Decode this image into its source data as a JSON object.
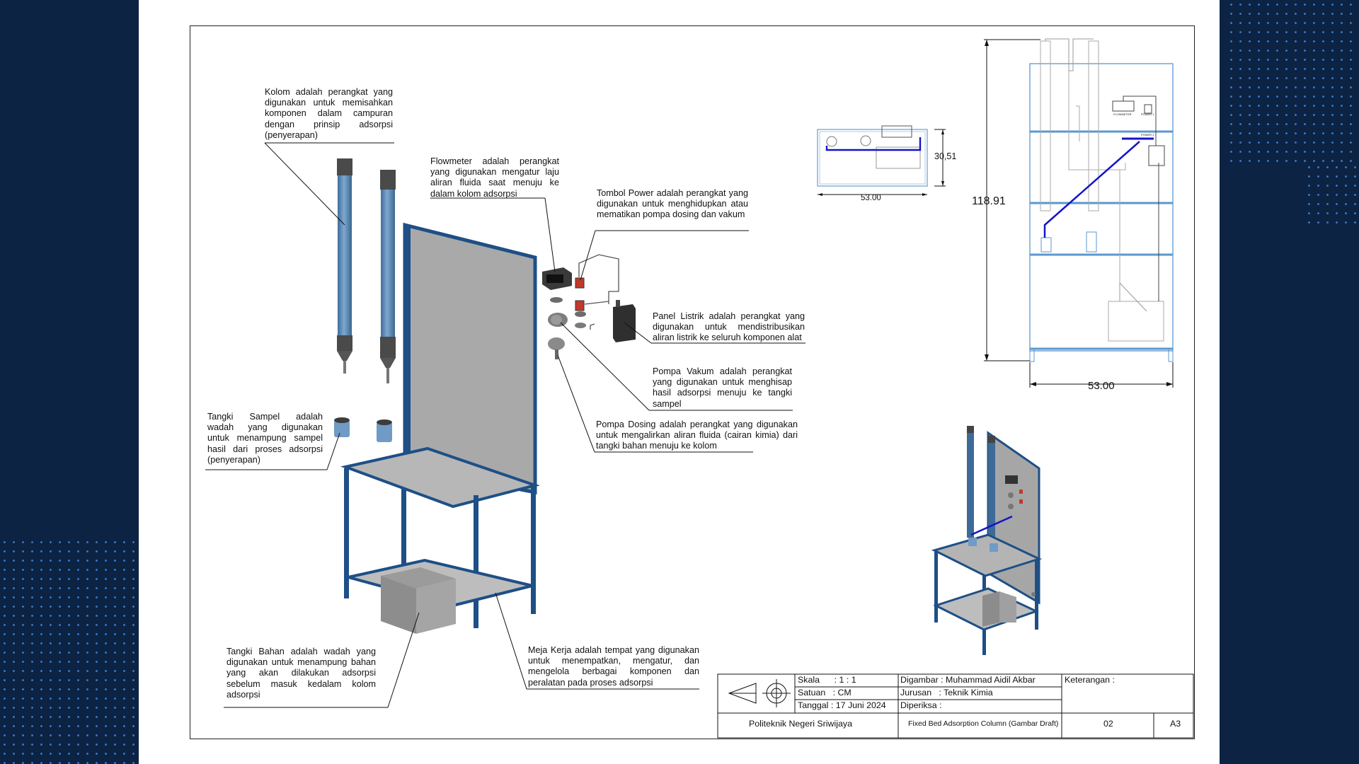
{
  "sidebars": {
    "left_color": "#0c2344",
    "right_color": "#0c2344",
    "dot_color": "#3d7fd6"
  },
  "labels": {
    "kolom": "Kolom adalah perangkat yang digunakan untuk memisahkan komponen dalam campuran dengan prinsip adsorpsi (penyerapan)",
    "flowmeter": "Flowmeter adalah perangkat yang digunakan mengatur laju aliran fluida saat menuju ke dalam kolom adsorpsi",
    "tombol_power": "Tombol Power adalah perangkat yang digunakan untuk menghidupkan atau mematikan pompa dosing dan vakum",
    "panel_listrik": "Panel Listrik adalah perangkat yang digunakan untuk mendistribusikan aliran listrik ke seluruh komponen alat",
    "pompa_vakum": "Pompa Vakum adalah perangkat yang digunakan untuk menghisap hasil adsorpsi menuju ke tangki sampel",
    "pompa_dosing": "Pompa Dosing adalah perangkat yang digunakan untuk mengalirkan aliran fluida (cairan kimia) dari tangki bahan menuju ke kolom",
    "tangki_sampel": "Tangki Sampel adalah wadah yang digunakan untuk menampung sampel hasil dari proses adsorpsi (penyerapan)",
    "tangki_bahan": "Tangki Bahan adalah wadah yang digunakan untuk menampung bahan yang akan dilakukan adsorpsi sebelum masuk kedalam kolom adsorpsi",
    "meja_kerja": "Meja Kerja adalah tempat yang digunakan untuk menempatkan, mengatur, dan mengelola berbagai komponen dan peralatan pada proses adsorpsi"
  },
  "dimensions": {
    "top_height": "30,51",
    "top_width": "53.00",
    "front_height": "118.91",
    "front_width": "53.00"
  },
  "panel_texts": {
    "flowmeter": "FLOWMETER",
    "power1": "POWER 1",
    "power2": "POWER 2"
  },
  "title_block": {
    "skala": "Skala      : 1 : 1",
    "satuan": "Satuan   : CM",
    "tanggal": "Tanggal : 17 Juni 2024",
    "digambar": "Digambar : Muhammad Aidil Akbar",
    "jurusan": "Jurusan   : Teknik Kimia",
    "diperiksa": "Diperiksa :",
    "keterangan": "Keterangan :",
    "institution": "Politeknik Negeri Sriwijaya",
    "title": "Fixed Bed Adsorption Column (Gambar Draft)",
    "sheet_no": "02",
    "paper_size": "A3"
  }
}
